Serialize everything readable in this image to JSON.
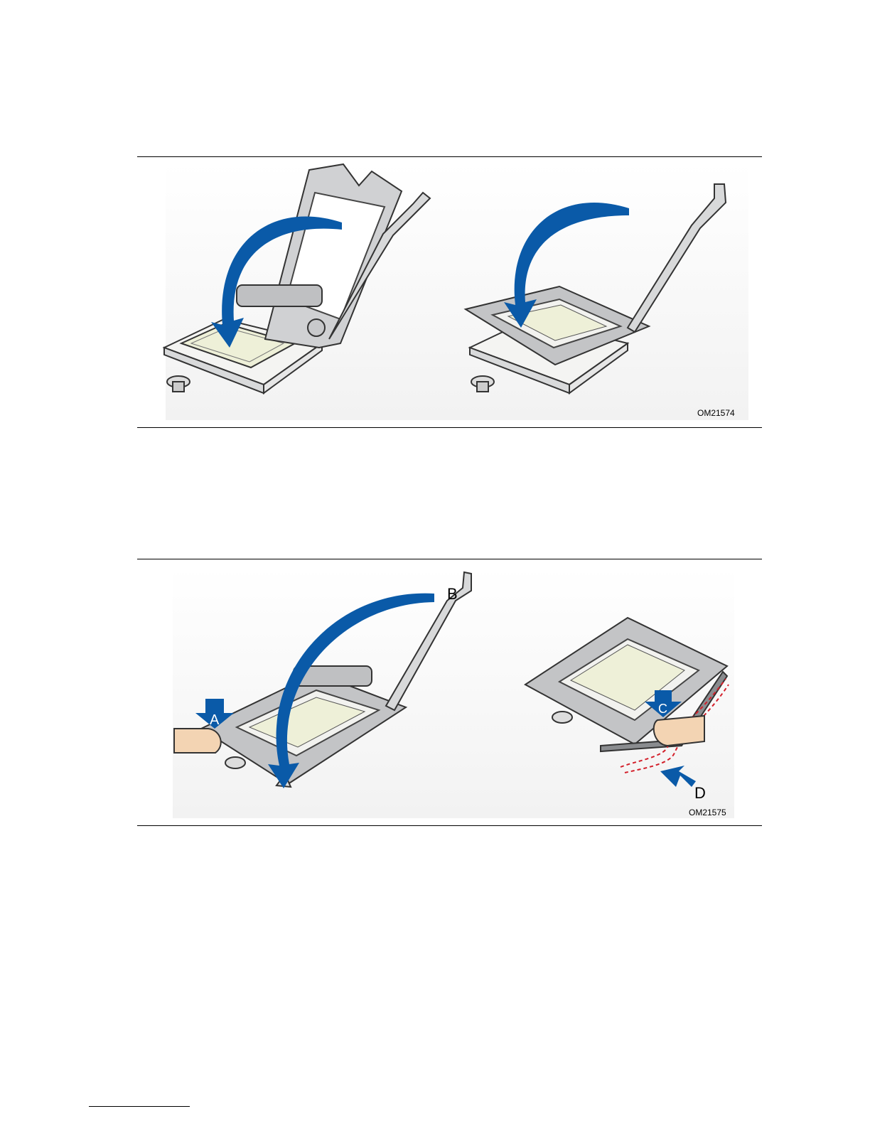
{
  "figures": [
    {
      "id": "OM21574",
      "code": "OM21574",
      "panels": [
        "lower-load-plate-with-processor",
        "load-plate-closed-lever-raised"
      ]
    },
    {
      "id": "OM21575",
      "code": "OM21575",
      "callouts": {
        "a": "A",
        "b": "B",
        "c": "C",
        "d": "D"
      }
    }
  ],
  "colors": {
    "arrow_blue": "#0a5aa8",
    "metal_gray": "#c8c9cb",
    "metal_dark": "#8a8c8f",
    "socket_white": "#f4f4f2",
    "skin": "#f3d4b3",
    "path_red": "#d31f2a"
  }
}
